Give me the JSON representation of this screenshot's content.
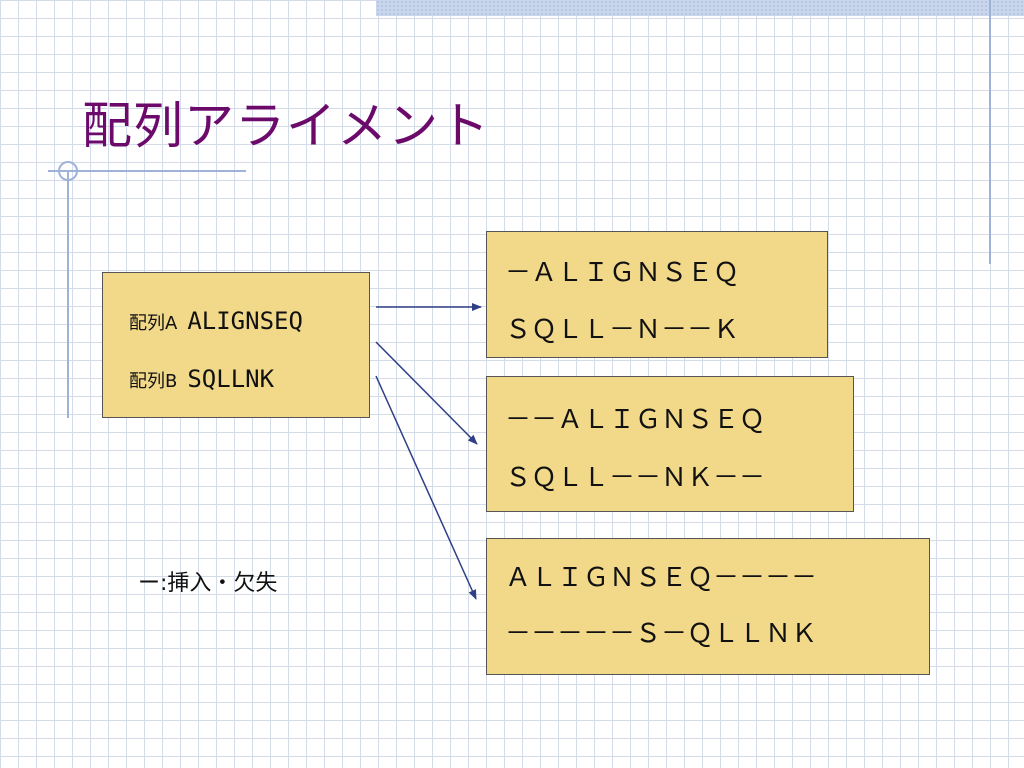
{
  "slide": {
    "title": "配列アライメント",
    "input": {
      "seq_a_label": "配列A",
      "seq_a": "ALIGNSEQ",
      "seq_b_label": "配列B",
      "seq_b": "SQLLNK"
    },
    "alignments": [
      {
        "line1": "－ＡＬＩＧＮＳＥＱ",
        "line2": "ＳＱＬＬ－Ｎ－－Ｋ"
      },
      {
        "line1": "－－ＡＬＩＧＮＳＥＱ",
        "line2": "ＳＱＬＬ－－ＮＫ－－"
      },
      {
        "line1": "ＡＬＩＧＮＳＥＱ－－－－",
        "line2": "－－－－－Ｓ－ＱＬＬＮＫ"
      }
    ],
    "legend_note": "ー:挿入・欠失"
  },
  "colors": {
    "title": "#6b0a6b",
    "box_fill": "#f2d98a",
    "box_border": "#555555",
    "arrow": "#2f3f86",
    "grid": "#d4dcea"
  }
}
